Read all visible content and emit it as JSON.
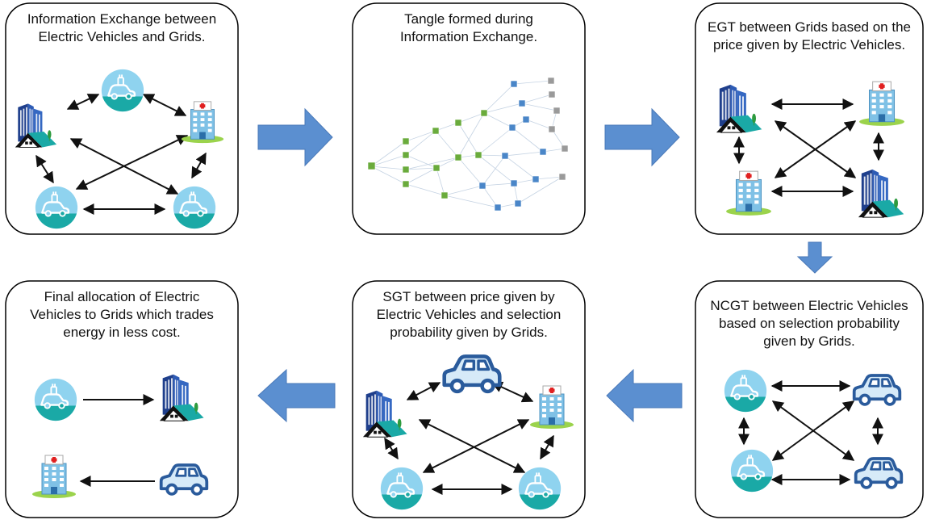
{
  "diagram": {
    "panels": [
      {
        "id": "p1",
        "title": "Information Exchange between\nElectric Vehicles and Grids."
      },
      {
        "id": "p2",
        "title": "Tangle formed during\nInformation Exchange."
      },
      {
        "id": "p3",
        "title": "EGT between Grids based on the\nprice given by Electric Vehicles."
      },
      {
        "id": "p4",
        "title": "NCGT between Electric Vehicles\nbased on selection probability\ngiven by Grids."
      },
      {
        "id": "p5",
        "title": "SGT between price given by\nElectric Vehicles and selection\nprobability given by Grids."
      },
      {
        "id": "p6",
        "title": "Final allocation of Electric\nVehicles to Grids which trades\nenergy in less cost."
      }
    ],
    "flow": [
      "p1",
      "p2",
      "p3",
      "p4",
      "p5",
      "p6"
    ],
    "colors": {
      "flow_arrow": "#5b8fd0",
      "building_navy": "#1f3f8c",
      "station_teal": "#1aa9a6",
      "charger_sky": "#8fd3ef",
      "hospital_blue": "#6fb6df",
      "grass": "#9bd34c",
      "car_outline": "#2a5b9c",
      "tangle_green": "#6aab3c",
      "tangle_blue": "#4a86c8",
      "tangle_gray": "#9a9a9a"
    }
  }
}
